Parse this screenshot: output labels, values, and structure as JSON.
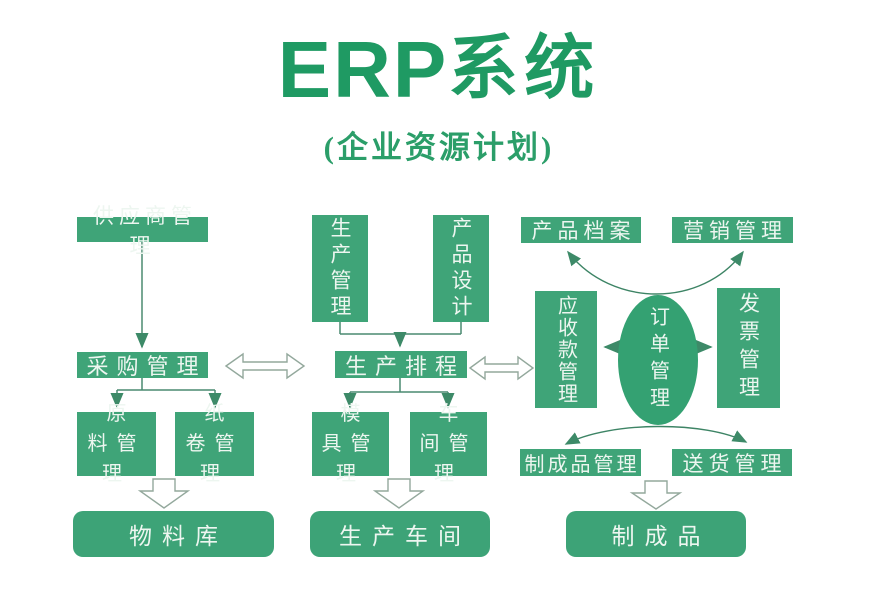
{
  "title": {
    "main_latin": "ERP",
    "main_cjk": "系统",
    "subtitle": "(企业资源计划)"
  },
  "colors": {
    "title_green": "#1f9a63",
    "box_green": "#3fa478",
    "ellipse_green": "#34a172",
    "line_green": "#3d8465",
    "outline_gray": "#93a89c",
    "text_white": "#edf6f0"
  },
  "nodes": {
    "supplier": {
      "label": "供应商管理"
    },
    "purchasing": {
      "label": "采购管理"
    },
    "raw_material": {
      "label": "原料管理"
    },
    "paper_roll": {
      "label": "纸卷管理"
    },
    "material_warehouse": {
      "label": "物料库"
    },
    "production_mgmt": {
      "label": "生产管理"
    },
    "product_design": {
      "label": "产品设计"
    },
    "production_scheduling": {
      "label": "生产排程"
    },
    "mold_mgmt": {
      "label": "模具管理"
    },
    "workshop_mgmt": {
      "label": "车间管理"
    },
    "production_workshop": {
      "label": "生产车间"
    },
    "product_archive": {
      "label": "产品档案"
    },
    "marketing_mgmt": {
      "label": "营销管理"
    },
    "receivables_mgmt": {
      "label": "应收款管理"
    },
    "order_mgmt": {
      "label": "订单管理"
    },
    "invoice_mgmt": {
      "label": "发票管理"
    },
    "finished_goods_mgmt": {
      "label": "制成品管理"
    },
    "delivery_mgmt": {
      "label": "送货管理"
    },
    "finished_goods": {
      "label": "制成品"
    }
  }
}
